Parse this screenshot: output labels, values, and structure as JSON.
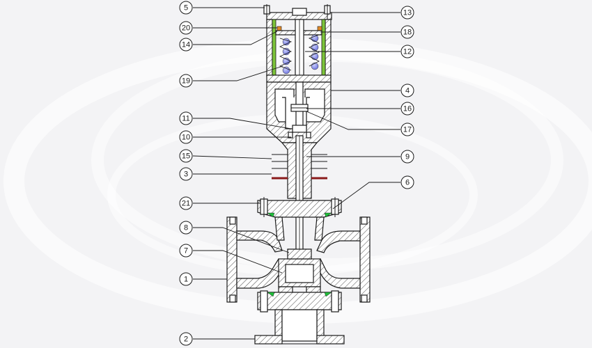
{
  "drawing": {
    "colors": {
      "background": "#f3f3f5",
      "outline": "#1a1a1a",
      "spring": "#7b83e6",
      "green_plate": "#7cc43a",
      "orange_part": "#e08a2a",
      "seal_green": "#1fbf3a",
      "red_ring": "#8a1a1a"
    },
    "callouts": [
      {
        "id": "c5",
        "label": "5"
      },
      {
        "id": "c20",
        "label": "20"
      },
      {
        "id": "c14",
        "label": "14"
      },
      {
        "id": "c19",
        "label": "19"
      },
      {
        "id": "c11",
        "label": "11"
      },
      {
        "id": "c10",
        "label": "10"
      },
      {
        "id": "c15",
        "label": "15"
      },
      {
        "id": "c3",
        "label": "3"
      },
      {
        "id": "c21",
        "label": "21"
      },
      {
        "id": "c8",
        "label": "8"
      },
      {
        "id": "c7",
        "label": "7"
      },
      {
        "id": "c1",
        "label": "1"
      },
      {
        "id": "c2",
        "label": "2"
      },
      {
        "id": "c13",
        "label": "13"
      },
      {
        "id": "c18",
        "label": "18"
      },
      {
        "id": "c12",
        "label": "12"
      },
      {
        "id": "c4",
        "label": "4"
      },
      {
        "id": "c16",
        "label": "16"
      },
      {
        "id": "c17",
        "label": "17"
      },
      {
        "id": "c9",
        "label": "9"
      },
      {
        "id": "c6",
        "label": "6"
      }
    ]
  }
}
